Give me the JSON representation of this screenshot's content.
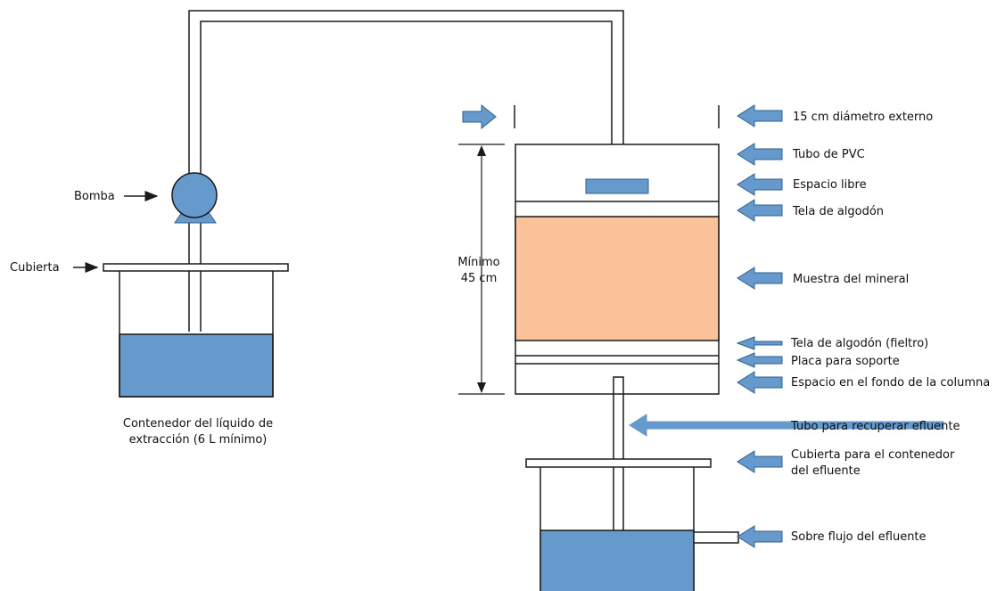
{
  "diagram": {
    "colors": {
      "liquid": "#6699cc",
      "sample": "#fcc39a",
      "arrow_fill": "#6699cc",
      "arrow_stroke": "#2f5f8f",
      "line": "#1a1a1a"
    },
    "left": {
      "pump_label": "Bomba",
      "cover_label": "Cubierta",
      "container_caption_1": "Contenedor del líquido de",
      "container_caption_2": "extracción (6 L mínimo)"
    },
    "column": {
      "height_label_1": "Mínimo",
      "height_label_2": "45 cm"
    },
    "labels": {
      "diameter": "15 cm diámetro externo",
      "pvc_tube": "Tubo de PVC",
      "free_space": "Espacio libre",
      "cotton_top": "Tela de algodón",
      "mineral_sample": "Muestra del mineral",
      "cotton_felt": "Tela de algodón (fieltro)",
      "support_plate": "Placa para soporte",
      "bottom_space": "Espacio en el fondo de la columna",
      "effluent_tube": "Tubo para recuperar efluente",
      "effluent_cover_1": "Cubierta para el contenedor",
      "effluent_cover_2": "del efluente",
      "overflow": "Sobre flujo del efluente"
    }
  }
}
